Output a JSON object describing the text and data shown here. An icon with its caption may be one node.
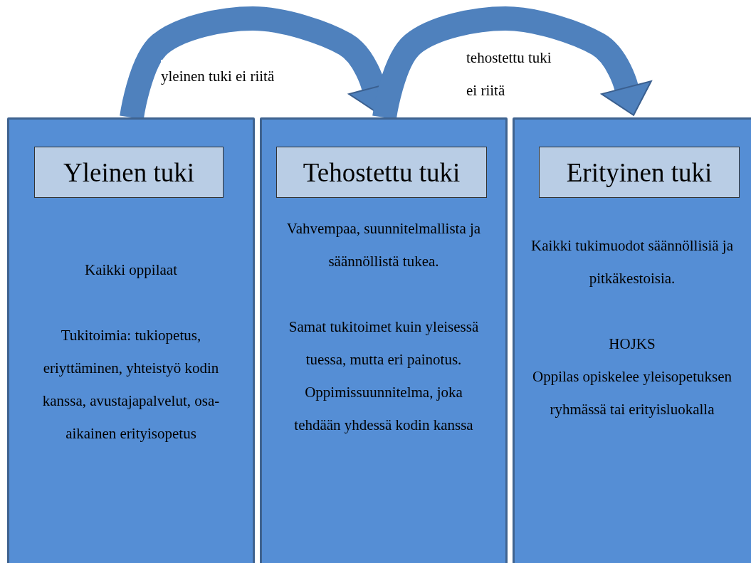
{
  "diagram": {
    "nodes": [
      {
        "text": [
          "Kaikki oppilaat",
          "Tukitoimia: tukiopetus, eriyttäminen, yhteistyö kodin kanssa, avustajapalvelut, osa-aikainen erityisopetus"
        ]
      },
      {
        "text": [
          "Yleinen tuki"
        ],
        "in": 0
      },
      {
        "text": [
          "Vahvempaa, suunnitelmallista ja säännöllistä tukea.",
          "Samat tukitoimet kuin yleisessä tuessa, mutta eri painotus. Oppimissuunnitelma, joka tehdään yhdessä kodin kanssa"
        ]
      },
      {
        "text": [
          "Tehostettu tuki"
        ],
        "in": 2
      },
      {
        "text": [
          "Kaikki tukimuodot säännöllisiä ja pitkäkestoisia.",
          "HOJKS",
          "Oppilas opiskelee yleisopetuksen ryhmässä tai erityisluokalla"
        ]
      },
      {
        "text": [
          "Erityinen tuki"
        ],
        "in": 4
      }
    ],
    "edges": [
      {
        "from": 0,
        "to": 2,
        "arrow": "to",
        "label": "yleinen tuki ei riitä"
      },
      {
        "from": 2,
        "to": 4,
        "arrow": "to",
        "label": "tehostettu tuki ei riitä"
      }
    ]
  }
}
